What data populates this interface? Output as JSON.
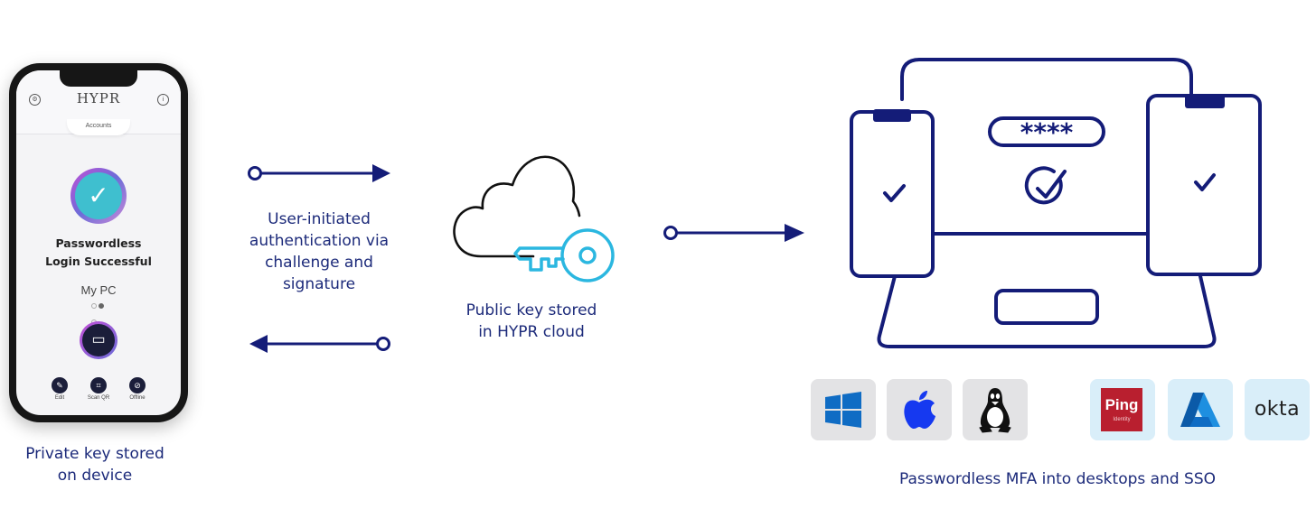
{
  "phone": {
    "app_logo": "HYPR",
    "accounts_tab": "Accounts",
    "login_status_line1": "Passwordless",
    "login_status_line2": "Login Successful",
    "device_name": "My PC",
    "actions": [
      {
        "label": "Edit",
        "icon": "pencil-icon"
      },
      {
        "label": "Scan QR",
        "icon": "qr-icon"
      },
      {
        "label": "Offline",
        "icon": "offline-icon"
      }
    ]
  },
  "captions": {
    "private_key_line1": "Private key stored",
    "private_key_line2": "on device",
    "auth_line1": "User-initiated",
    "auth_line2": "authentication via",
    "auth_line3": "challenge and",
    "auth_line4": "signature",
    "public_key_line1": "Public key stored",
    "public_key_line2": "in HYPR cloud",
    "mfa_caption": "Passwordless MFA into desktops and SSO"
  },
  "devices": {
    "password_mask": "****"
  },
  "platform_logos": [
    {
      "name": "windows-logo"
    },
    {
      "name": "apple-logo"
    },
    {
      "name": "linux-logo"
    },
    {
      "name": "ping-identity-logo",
      "text": "Ping",
      "subtext": "Identity"
    },
    {
      "name": "azure-logo"
    },
    {
      "name": "okta-logo",
      "text": "okta"
    }
  ],
  "colors": {
    "navy": "#141c78",
    "cyan": "#2bb7e0",
    "caption": "#1c2a7a",
    "ping_red": "#b91f2f",
    "azure_blue": "#0f6cc4"
  }
}
